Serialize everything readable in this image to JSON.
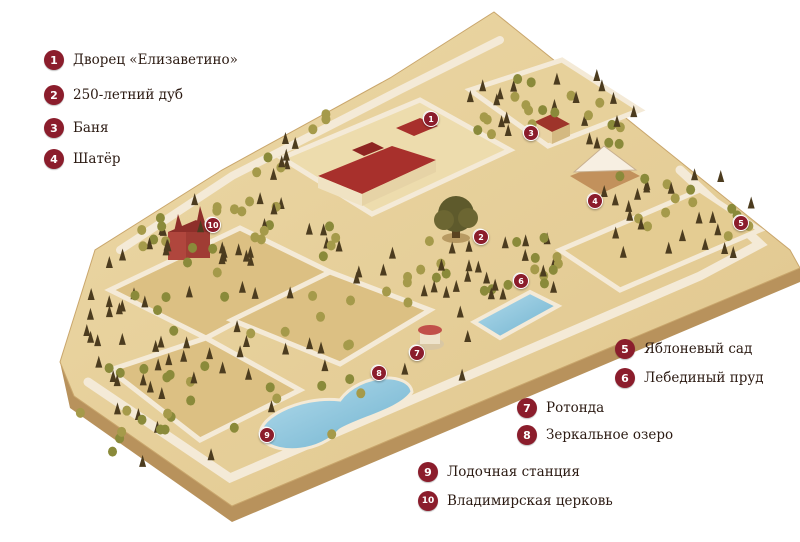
{
  "colors": {
    "accent": "#8b1d2c",
    "ground": "#e6cf9a",
    "ground_edge": "#c9a66c",
    "path": "#f4ead7",
    "water": "#8fc6dd",
    "tree_dark": "#4c3c1f",
    "tree_green": "#8a8a3a"
  },
  "legend": [
    {
      "num": "1",
      "label": "Дворец «Елизаветино»"
    },
    {
      "num": "2",
      "label": "250-летний дуб"
    },
    {
      "num": "3",
      "label": "Баня"
    },
    {
      "num": "4",
      "label": "Шатёр"
    },
    {
      "num": "5",
      "label": "Яблоневый сад"
    },
    {
      "num": "6",
      "label": "Лебединый пруд"
    },
    {
      "num": "7",
      "label": "Ротонда"
    },
    {
      "num": "8",
      "label": "Зеркальное озеро"
    },
    {
      "num": "9",
      "label": "Лодочная станция"
    },
    {
      "num": "10",
      "label": "Владимирская церковь"
    }
  ]
}
